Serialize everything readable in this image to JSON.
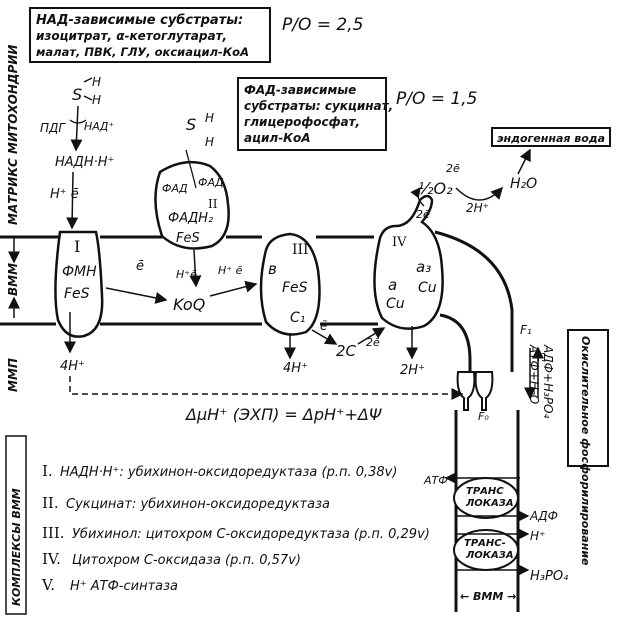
{
  "top_box": {
    "line1": "НАД-зависимые субстраты:",
    "line2": "изоцитрат, α-кетоглутарат,",
    "line3": "малат, ПВК, ГЛУ, оксиацил-КоА"
  },
  "po_nad": "P/O = 2,5",
  "fad_box": {
    "line1": "ФАД-зависимые",
    "line2": "субстраты: сукцинат,",
    "line3": "глицерофосфат,",
    "line4": "ацил-КоА"
  },
  "po_fad": "P/O = 1,5",
  "water_box": "эндогенная вода",
  "side_labels": {
    "matrix": "МАТРИКС МИТОХОНДРИИ",
    "vmm": "ВММ",
    "mmp": "ММП",
    "complexes": "КОМПЛЕКСЫ ВММ",
    "oxphos": "Окислительное фосфорилирование",
    "vmm_bottom": "← ВММ →"
  },
  "substrate_sh": {
    "s": "S",
    "h1": "H",
    "h2": "H"
  },
  "left_path": {
    "pdg": "ПДГ",
    "nad": "НАД⁺",
    "nadh": "НАДН·Н⁺",
    "h_e": "H⁺ ē",
    "h_out": "4H⁺"
  },
  "complex_1": {
    "num": "I",
    "fmn": "ФМН",
    "fes": "FeS"
  },
  "complex_2": {
    "fad": "ФАД",
    "fad2": "ФАД",
    "fadh2": "ФАДН₂",
    "num": "II",
    "fes": "FeS"
  },
  "koq": {
    "label": "KoQ",
    "e_left": "ē",
    "h_e": "H⁺ē",
    "h_e2": "H⁺ ē"
  },
  "complex_3": {
    "num": "III",
    "b": "в",
    "fes": "FeS",
    "c1": "C₁",
    "h_out": "4H⁺"
  },
  "cyt_c": {
    "label": "2C",
    "e": "ē",
    "e2": "2ē"
  },
  "complex_4": {
    "num": "IV",
    "a": "a",
    "a3": "a₃",
    "cu1": "Cu",
    "cu2": "Cu",
    "e_in": "2ē",
    "h_out": "2H⁺"
  },
  "oxygen": {
    "o2": "½O₂",
    "e": "2ē",
    "h": "2H⁺",
    "water": "H₂O"
  },
  "atp_synthase": {
    "f1": "F₁",
    "f0": "F₀",
    "reaction": "АДФ+H₃PO₄",
    "reaction2": "АТФ+H₂O"
  },
  "gradient": "ΔμH⁺ (ЭХП) = ΔpH⁺+ΔΨ",
  "legend": [
    {
      "num": "I.",
      "text": "НАДН·Н⁺: убихинон-оксидоредуктаза (р.п. 0,38v)"
    },
    {
      "num": "II.",
      "text": "Сукцинат: убихинон-оксидоредуктаза"
    },
    {
      "num": "III.",
      "text": "Убихинол: цитохром С-оксидоредуктаза (р.п. 0,29v)"
    },
    {
      "num": "IV.",
      "text": "Цитохром С-оксидаза (р.п. 0,57v)"
    },
    {
      "num": "V.",
      "text": "H⁺ АТФ-синтаза"
    }
  ],
  "translocase": {
    "t1a": "ТРАНС",
    "t1b": "ЛОКАЗА",
    "t2a": "ТРАНС-",
    "t2b": "ЛОКАЗА",
    "atp": "АТФ",
    "adp": "АДФ",
    "hplus": "H⁺",
    "h3po4": "H₃PO₄"
  }
}
